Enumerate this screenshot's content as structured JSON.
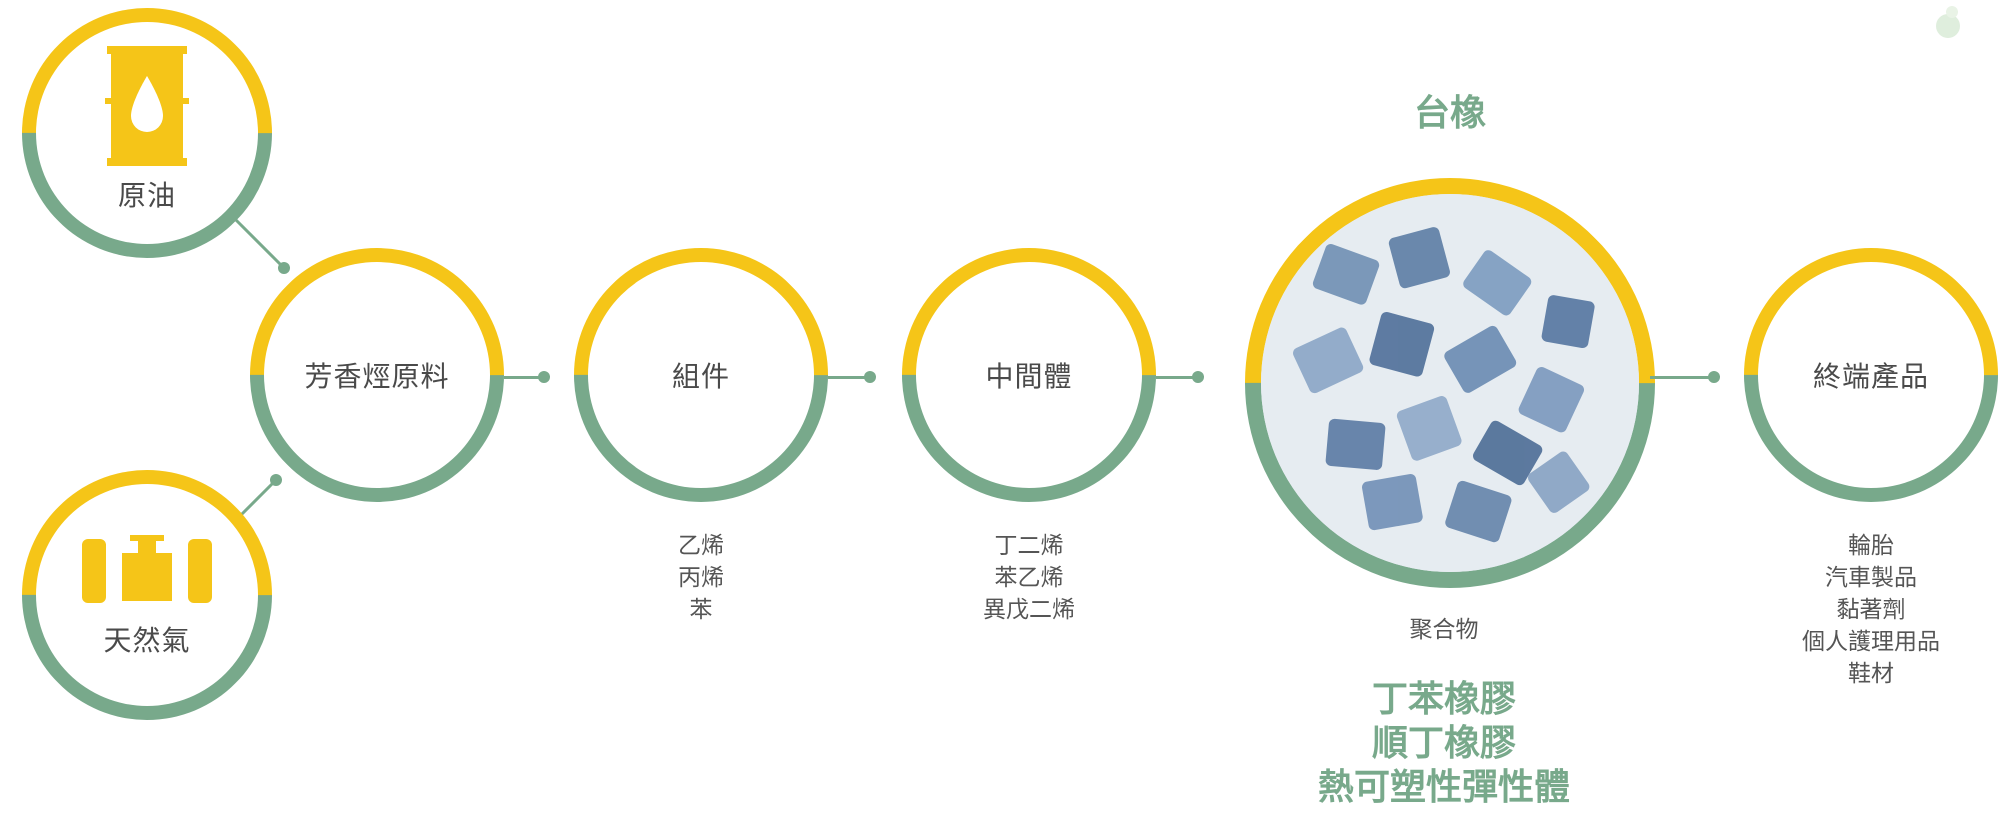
{
  "sources": [
    {
      "label": "原油",
      "icon": "oil-barrel-icon"
    },
    {
      "label": "天然氣",
      "icon": "gas-tank-icon"
    }
  ],
  "chain": {
    "aromatic": {
      "label": "芳香烴原料"
    },
    "components": {
      "label": "組件",
      "items": [
        "乙烯",
        "丙烯",
        "苯"
      ]
    },
    "intermediates": {
      "label": "中間體",
      "items": [
        "丁二烯",
        "苯乙烯",
        "異戊二烯"
      ]
    },
    "company": {
      "title": "台橡",
      "caption": "聚合物",
      "products": [
        "丁苯橡膠",
        "順丁橡膠",
        "熱可塑性彈性體"
      ]
    },
    "end_products": {
      "label": "終端產品",
      "items": [
        "輪胎",
        "汽車製品",
        "黏著劑",
        "個人護理用品",
        "鞋材"
      ]
    }
  },
  "colors": {
    "yellow": "#f5c518",
    "green": "#78a98b"
  }
}
